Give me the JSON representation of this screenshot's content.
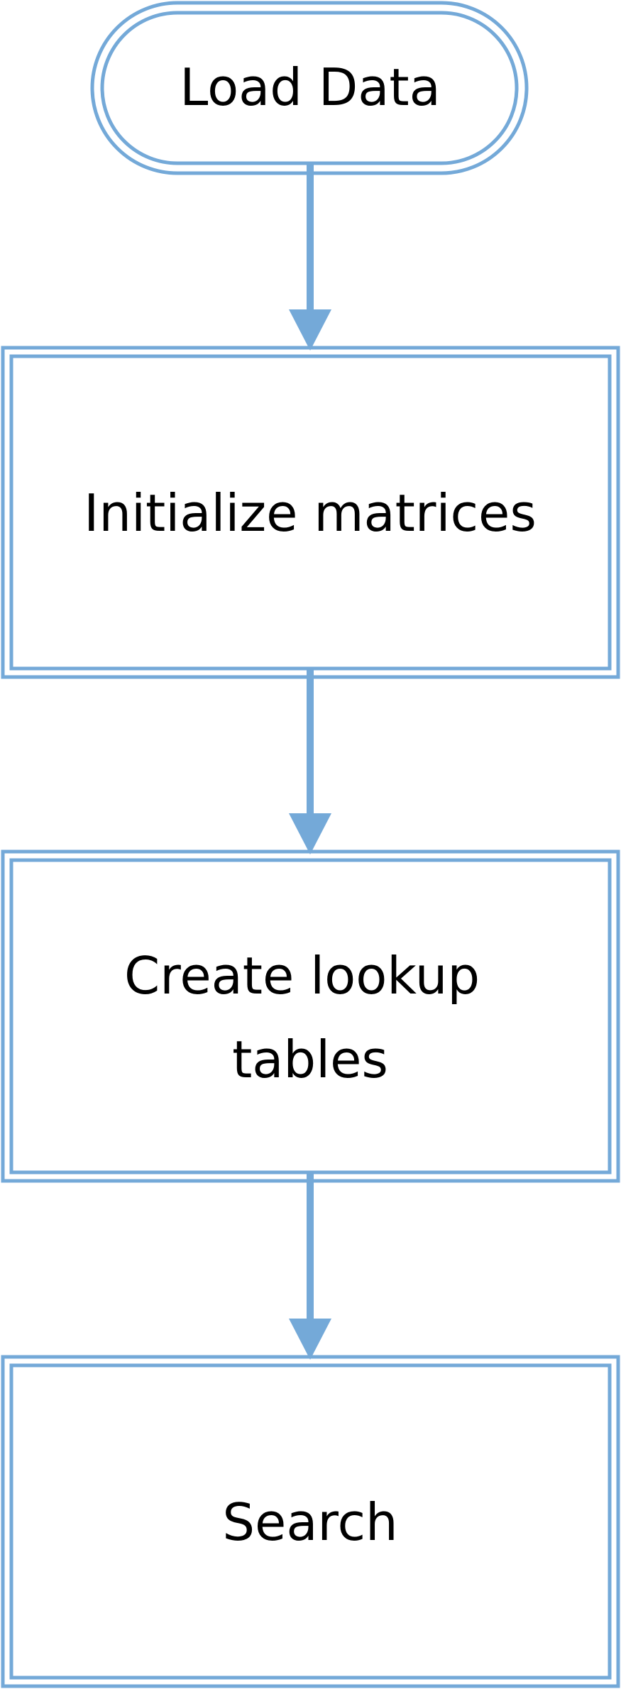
{
  "diagram": {
    "type": "flowchart",
    "stroke_color": "#74a9d8",
    "text_color": "#000000",
    "nodes": [
      {
        "id": "load-data",
        "shape": "terminator",
        "lines": [
          "Load Data"
        ]
      },
      {
        "id": "initialize-matrices",
        "shape": "process",
        "lines": [
          "Initialize matrices"
        ]
      },
      {
        "id": "create-lookup-tables",
        "shape": "process",
        "lines": [
          "Create lookup",
          "tables"
        ]
      },
      {
        "id": "search",
        "shape": "process",
        "lines": [
          "Search"
        ]
      }
    ],
    "edges": [
      {
        "from": "load-data",
        "to": "initialize-matrices"
      },
      {
        "from": "initialize-matrices",
        "to": "create-lookup-tables"
      },
      {
        "from": "create-lookup-tables",
        "to": "search"
      }
    ]
  }
}
